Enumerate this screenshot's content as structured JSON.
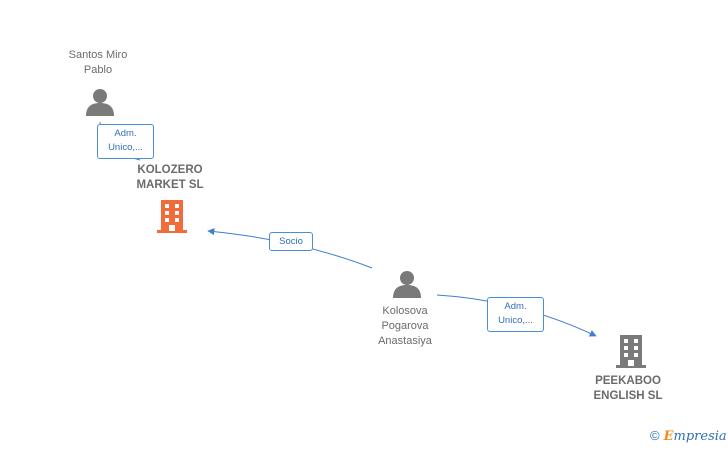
{
  "nodes": {
    "santos": {
      "label": "Santos Miro\nPablo",
      "type": "person"
    },
    "kolozero": {
      "label": "KOLOZERO\nMARKET  SL",
      "type": "company",
      "color": "#f26b3a"
    },
    "kolosova": {
      "label": "Kolosova\nPogarova\nAnastasiya",
      "type": "person"
    },
    "peekaboo": {
      "label": "PEEKABOO\nENGLISH SL",
      "type": "company",
      "color": "#7a7a7a"
    }
  },
  "edges": {
    "santos_kolozero": {
      "label": "Adm.\nUnico,..."
    },
    "kolosova_kolozero": {
      "label": "Socio"
    },
    "kolosova_peekaboo": {
      "label": "Adm.\nUnico,..."
    }
  },
  "colors": {
    "edge": "#3d7fd1",
    "person": "#7a7a7a"
  },
  "brand": {
    "copyright": "©",
    "first_letter": "E",
    "rest": "mpresia"
  }
}
